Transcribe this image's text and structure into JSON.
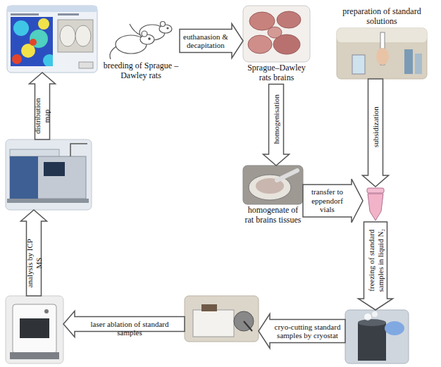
{
  "diagram": {
    "nodes": [
      {
        "text": []
      },
      {
        "text": [
          "breeding of Sprague –Dawley rats"
        ]
      },
      {
        "text": [
          "Sprague–Dawley rats brains"
        ]
      },
      {
        "text": [
          "preparation of standard solutions"
        ]
      },
      {
        "text": []
      },
      {
        "text": [
          "homogenate of rat brains tissues"
        ]
      },
      {
        "text": []
      },
      {
        "text": []
      },
      {
        "text": []
      },
      {
        "text": []
      }
    ],
    "edges": [
      {
        "from": 1,
        "to": 2,
        "arrow": "to",
        "label": "euthanasion & decapitation"
      },
      {
        "from": 2,
        "to": 5,
        "arrow": "to",
        "label": "homogenisation"
      },
      {
        "from": 5,
        "to": 6,
        "arrow": "to",
        "label": "transfer to eppendorf vials"
      },
      {
        "from": 3,
        "to": 6,
        "arrow": "to",
        "label": "subsidization"
      },
      {
        "from": 6,
        "to": 9,
        "arrow": "to",
        "label": "freezing of standard samples in liquid N₂"
      },
      {
        "from": 9,
        "to": 8,
        "arrow": "to",
        "label": "cryo-cutting standard samples by cryostat"
      },
      {
        "from": 8,
        "to": 7,
        "arrow": "to",
        "label": "laser ablation of standard samples"
      },
      {
        "from": 7,
        "to": 4,
        "arrow": "to",
        "label": "analysis by ICP MS"
      },
      {
        "from": 4,
        "to": 0,
        "arrow": "to",
        "label": "distribution map"
      }
    ]
  }
}
